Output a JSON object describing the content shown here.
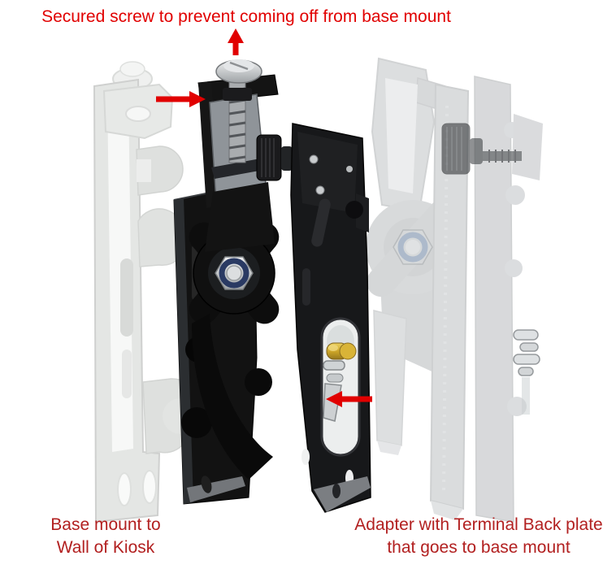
{
  "annotations": {
    "top": "Secured screw to prevent coming off from base mount",
    "bottom_left": [
      "Base mount to",
      "Wall of Kiosk"
    ],
    "bottom_right": [
      "Adapter with Terminal Back plate",
      "that goes to base mount"
    ]
  },
  "arrows": [
    {
      "name": "arrow-to-secured-screw",
      "direction": "up"
    },
    {
      "name": "arrow-to-base-clamp",
      "direction": "right"
    },
    {
      "name": "arrow-to-adapter-plate",
      "direction": "left"
    }
  ],
  "colors": {
    "annotation_red": "#e10000",
    "caption_red": "#b22020",
    "background": "#ffffff",
    "hardware_black": "#141414",
    "locknut_ring_blue": "#2a3a63",
    "latch_pin_gold": "#c9a227",
    "ghost_gray": "#9aa09b"
  }
}
